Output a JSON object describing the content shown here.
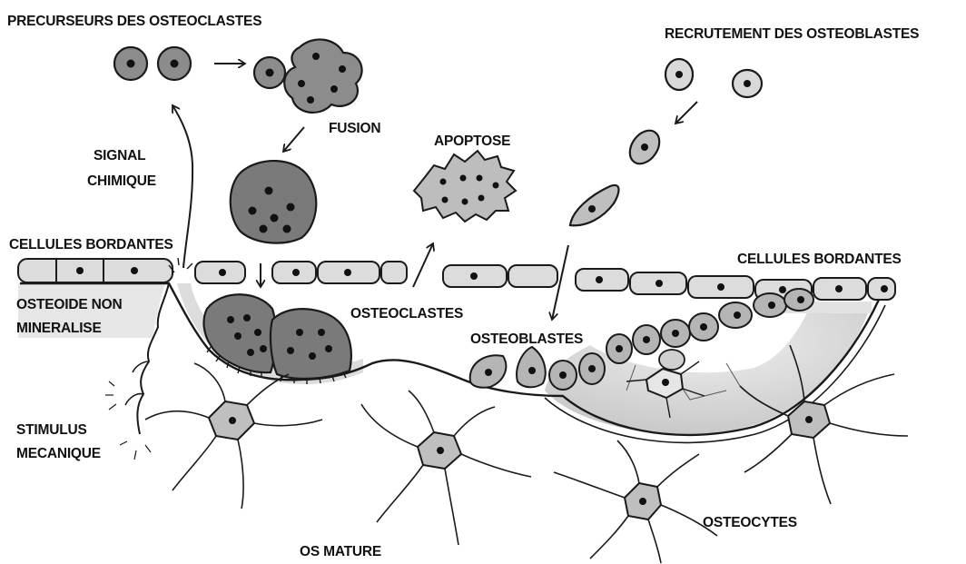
{
  "labels": {
    "precursors": "PRECURSEURS DES OSTEOCLASTES",
    "recruitment": "RECRUTEMENT DES OSTEOBLASTES",
    "fusion": "FUSION",
    "apoptosis": "APOPTOSE",
    "signal_line1": "SIGNAL",
    "signal_line2": "CHIMIQUE",
    "lining_left": "CELLULES BORDANTES",
    "lining_right": "CELLULES BORDANTES",
    "osteoid_line1": "OSTEOIDE NON",
    "osteoid_line2": "MINERALISE",
    "osteoclasts": "OSTEOCLASTES",
    "osteoblasts": "OSTEOBLASTES",
    "stimulus_line1": "STIMULUS",
    "stimulus_line2": "MECANIQUE",
    "osteocytes": "OSTEOCYTES",
    "mature_bone": "OS MATURE"
  },
  "colors": {
    "outline": "#1a1a1a",
    "cell_fill": "#8c8c8c",
    "osteoclast_fill": "#7a7a7a",
    "apoptotic_fill": "#bdbdbd",
    "osteoblast_fill": "#b5b5b5",
    "osteoid_fill": "#d4d4d4",
    "nucleus": "#111111"
  }
}
